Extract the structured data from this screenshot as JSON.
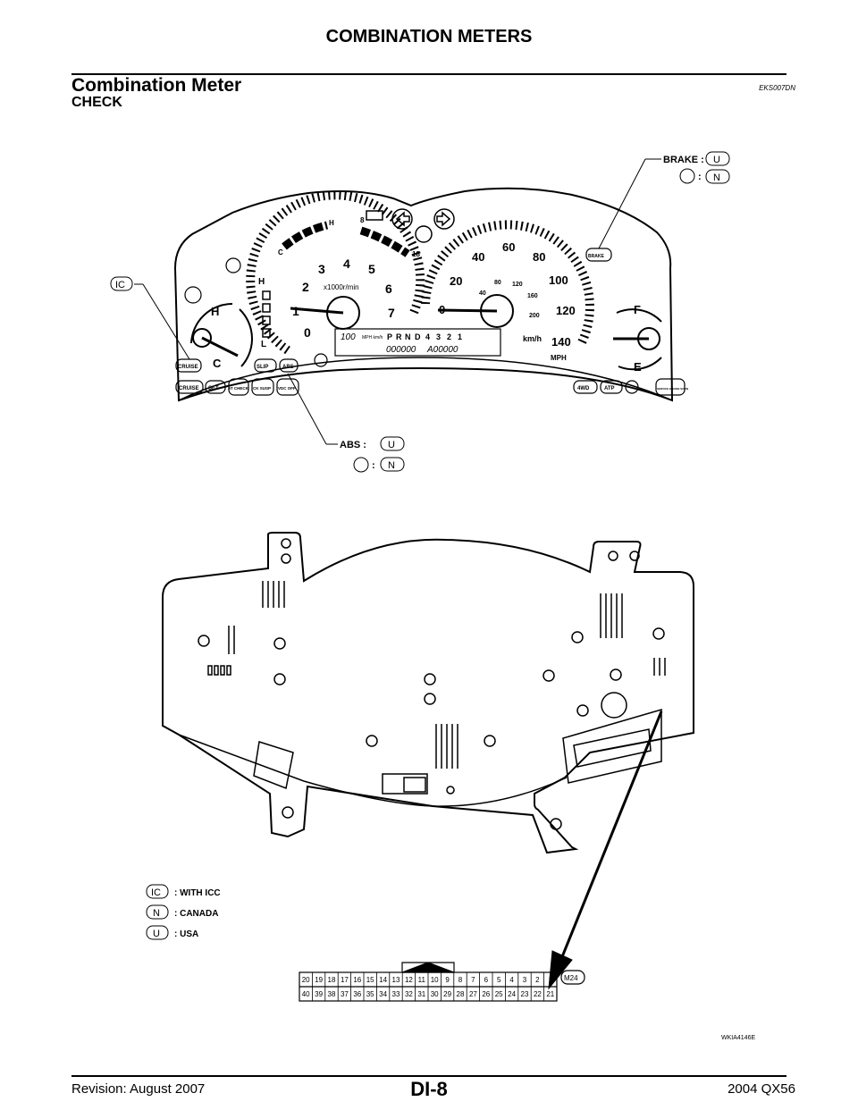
{
  "header": {
    "section": "COMBINATION METERS"
  },
  "title": "Combination Meter",
  "doc_code": "EKS007DN",
  "subtitle": "CHECK",
  "meter_callouts": {
    "ic": "IC",
    "brake_label": "BRAKE :",
    "brake_code": "U",
    "warn_code": "N",
    "abs_label": "ABS :",
    "abs_code": "U",
    "abs_icon_code": "N",
    "colon": ":"
  },
  "tachometer": {
    "ticks": [
      "0",
      "1",
      "2",
      "3",
      "4",
      "5",
      "6",
      "7"
    ],
    "unit": "x1000r/min"
  },
  "speedometer": {
    "mph_ticks": [
      "0",
      "20",
      "40",
      "60",
      "80",
      "100",
      "120",
      "140"
    ],
    "kmh_ticks": [
      "40",
      "80",
      "120",
      "160",
      "200"
    ],
    "kmh_unit": "km/h",
    "mph_unit": "MPH"
  },
  "temp_gauge": {
    "hot": "H",
    "cold": "C"
  },
  "fuel_gauge": {
    "full": "F",
    "empty": "E"
  },
  "oil_gauge": {
    "high": "H",
    "low": "L"
  },
  "small_gauge": {
    "hot": "H",
    "cold": "C",
    "top": "8",
    "bottom": "18"
  },
  "odometer": {
    "speed": "100",
    "speed_unit": "MPH km/h",
    "gears": [
      "P",
      "R",
      "N",
      "D",
      "4",
      "3",
      "2",
      "1"
    ],
    "odo": "000000",
    "trip": "A00000"
  },
  "indicators": [
    "CRUISE",
    "SLIP",
    "ABS",
    "CRUISE",
    "SET",
    "AT CHECK",
    "CK SUSP",
    "VDC OFF",
    "4WD",
    "ATP",
    "SERVICE ENGINE SOON",
    "BRAKE"
  ],
  "legend": [
    {
      "code": "IC",
      "desc": ": WITH ICC"
    },
    {
      "code": "N",
      "desc": ": CANADA"
    },
    {
      "code": "U",
      "desc": ": USA"
    }
  ],
  "connector": {
    "id": "M24",
    "row1": [
      "20",
      "19",
      "18",
      "17",
      "16",
      "15",
      "14",
      "13",
      "12",
      "11",
      "10",
      "9",
      "8",
      "7",
      "6",
      "5",
      "4",
      "3",
      "2",
      "1"
    ],
    "row2": [
      "40",
      "39",
      "38",
      "37",
      "36",
      "35",
      "34",
      "33",
      "32",
      "31",
      "30",
      "29",
      "28",
      "27",
      "26",
      "25",
      "24",
      "23",
      "22",
      "21"
    ]
  },
  "figure_id": "WKIA4146E",
  "footer": {
    "page": "DI-8",
    "revision": "Revision: August 2007",
    "model": "2004 QX56"
  }
}
